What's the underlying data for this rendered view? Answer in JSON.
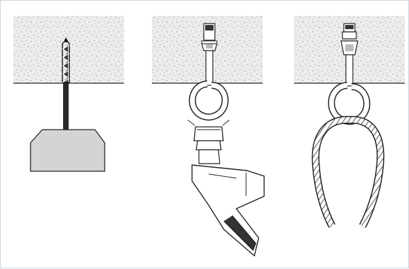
{
  "diagram": {
    "panels": [
      {
        "step": "drill",
        "icons": [
          "ceiling-concrete",
          "drill-bit",
          "drill-chuck"
        ]
      },
      {
        "step": "hammer",
        "icons": [
          "ceiling-concrete",
          "eye-bolt-anchor",
          "hammer"
        ]
      },
      {
        "step": "hang",
        "icons": [
          "ceiling-concrete",
          "eye-bolt-anchor",
          "rope-loop"
        ]
      }
    ],
    "colors": {
      "concrete": "#ececec",
      "speckle": "#9a9a9a",
      "line": "#222222",
      "chuck": "#d4d4d4",
      "border": "#c9d6e0"
    }
  }
}
